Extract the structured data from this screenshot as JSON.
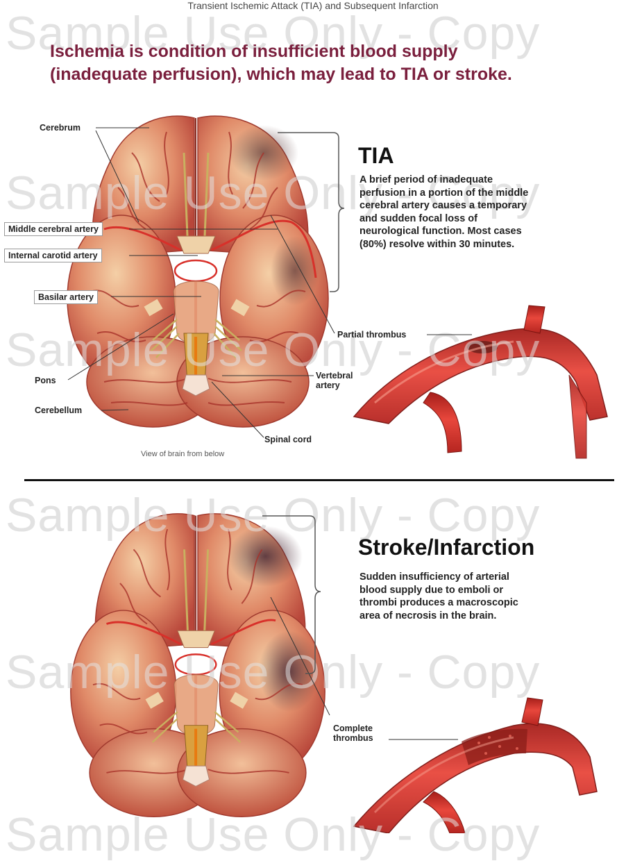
{
  "page": {
    "top_title": "Transient Ischemic Attack (TIA) and Subsequent Infarction",
    "headline_line1": "Ischemia is condition of insufficient blood supply",
    "headline_line2": "(inadequate perfusion), which may lead to TIA or stroke.",
    "watermark": "Sample Use Only - Copy",
    "colors": {
      "headline": "#7a1f3d",
      "watermark": "#e2e2e2",
      "artery": "#d8302a",
      "brain": "#d9745a"
    }
  },
  "tia_panel": {
    "title": "TIA",
    "body_lines": [
      "A brief period of inadequate",
      "perfusion in a portion of the middle",
      "cerebral artery causes a temporary",
      "and sudden focal loss of",
      "neurological function. Most cases",
      "(80%) resolve within 30 minutes."
    ],
    "labels": {
      "cerebrum": "Cerebrum",
      "middle_cerebral_artery": "Middle cerebral artery",
      "internal_carotid_artery": "Internal carotid artery",
      "basilar_artery": "Basilar artery",
      "pons": "Pons",
      "cerebellum": "Cerebellum",
      "spinal_cord": "Spinal cord",
      "vertebral_artery_1": "Vertebral",
      "vertebral_artery_2": "artery",
      "partial_thrombus": "Partial thrombus"
    },
    "caption": "View of brain from below"
  },
  "stroke_panel": {
    "title": "Stroke/Infarction",
    "body_lines": [
      "Sudden insufficiency of arterial",
      "blood supply due to emboli or",
      "thrombi produces a macroscopic",
      "area of necrosis in the brain."
    ],
    "labels": {
      "complete_thrombus_1": "Complete",
      "complete_thrombus_2": "thrombus"
    }
  }
}
